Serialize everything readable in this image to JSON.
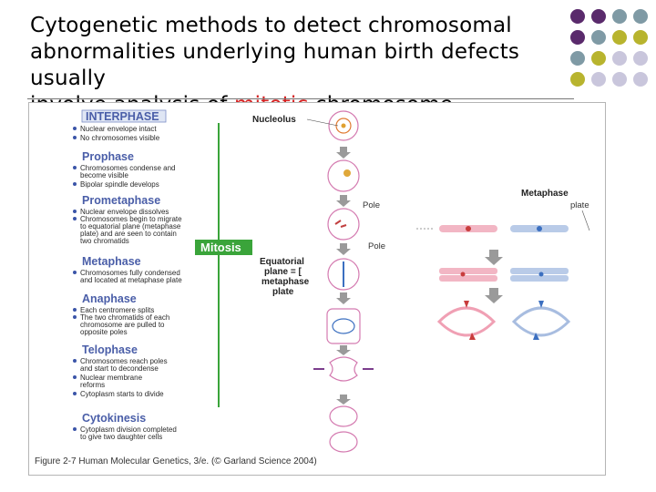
{
  "title": {
    "line1": "Cytogenetic methods to detect chromosomal",
    "line2": "abnormalities underlying human birth defects usually",
    "line3_prefix": "involve analysis of ",
    "line3_accent": "mitotic",
    "line3_suffix": " chromosome"
  },
  "colors": {
    "accent_text": "#d42020",
    "stage_heading": "#4a5ea8",
    "mitosis_bar": "#3aa43a",
    "dot_purple": "#5a2a6c",
    "dot_teal": "#7f9aa5",
    "dot_olive": "#b8b42e",
    "dot_lavender": "#c9c6dc"
  },
  "decor_dots": [
    "purple",
    "purple",
    "teal",
    "teal",
    "purple",
    "teal",
    "olive",
    "olive",
    "teal",
    "olive",
    "lavender",
    "lavender",
    "olive",
    "lavender",
    "lavender",
    "lavender"
  ],
  "figure": {
    "interphase": {
      "heading": "INTERPHASE",
      "notes": [
        "Nuclear envelope intact",
        "No chromosomes visible"
      ]
    },
    "prophase": {
      "heading": "Prophase",
      "notes": [
        "Chromosomes condense and",
        "become visible",
        "Bipolar spindle develops"
      ]
    },
    "prometaphase": {
      "heading": "Prometaphase",
      "notes": [
        "Nuclear envelope dissolves",
        "Chromosomes begin to migrate",
        "to equatorial plane (metaphase",
        "plate) and are seen to contain",
        "two chromatids"
      ]
    },
    "mitosis_label": "Mitosis",
    "metaphase": {
      "heading": "Metaphase",
      "notes": [
        "Chromosomes fully condensed",
        "and located at metaphase plate"
      ]
    },
    "anaphase": {
      "heading": "Anaphase",
      "notes": [
        "Each centromere splits",
        "The two chromatids of each",
        "chromosome are pulled to",
        "opposite poles"
      ]
    },
    "telophase": {
      "heading": "Telophase",
      "notes": [
        "Chromosomes reach poles",
        "and start to decondense",
        "Nuclear membrane",
        "reforms",
        "Cytoplasm starts to divide"
      ]
    },
    "cytokinesis": {
      "heading": "Cytokinesis",
      "notes": [
        "Cytoplasm division completed",
        "to give two daughter cells"
      ]
    },
    "labels": {
      "nucleolus": "Nucleolus",
      "pole_top": "Pole",
      "pole_bottom": "Pole",
      "equatorial_1": "Equatorial",
      "equatorial_2": "plane = [",
      "equatorial_3": "metaphase",
      "equatorial_4": "plate",
      "metaphase_plate_1": "Metaphase",
      "metaphase_plate_2": "plate"
    },
    "caption": "Figure 2-7  Human Molecular Genetics, 3/e. (© Garland Science 2004)"
  }
}
